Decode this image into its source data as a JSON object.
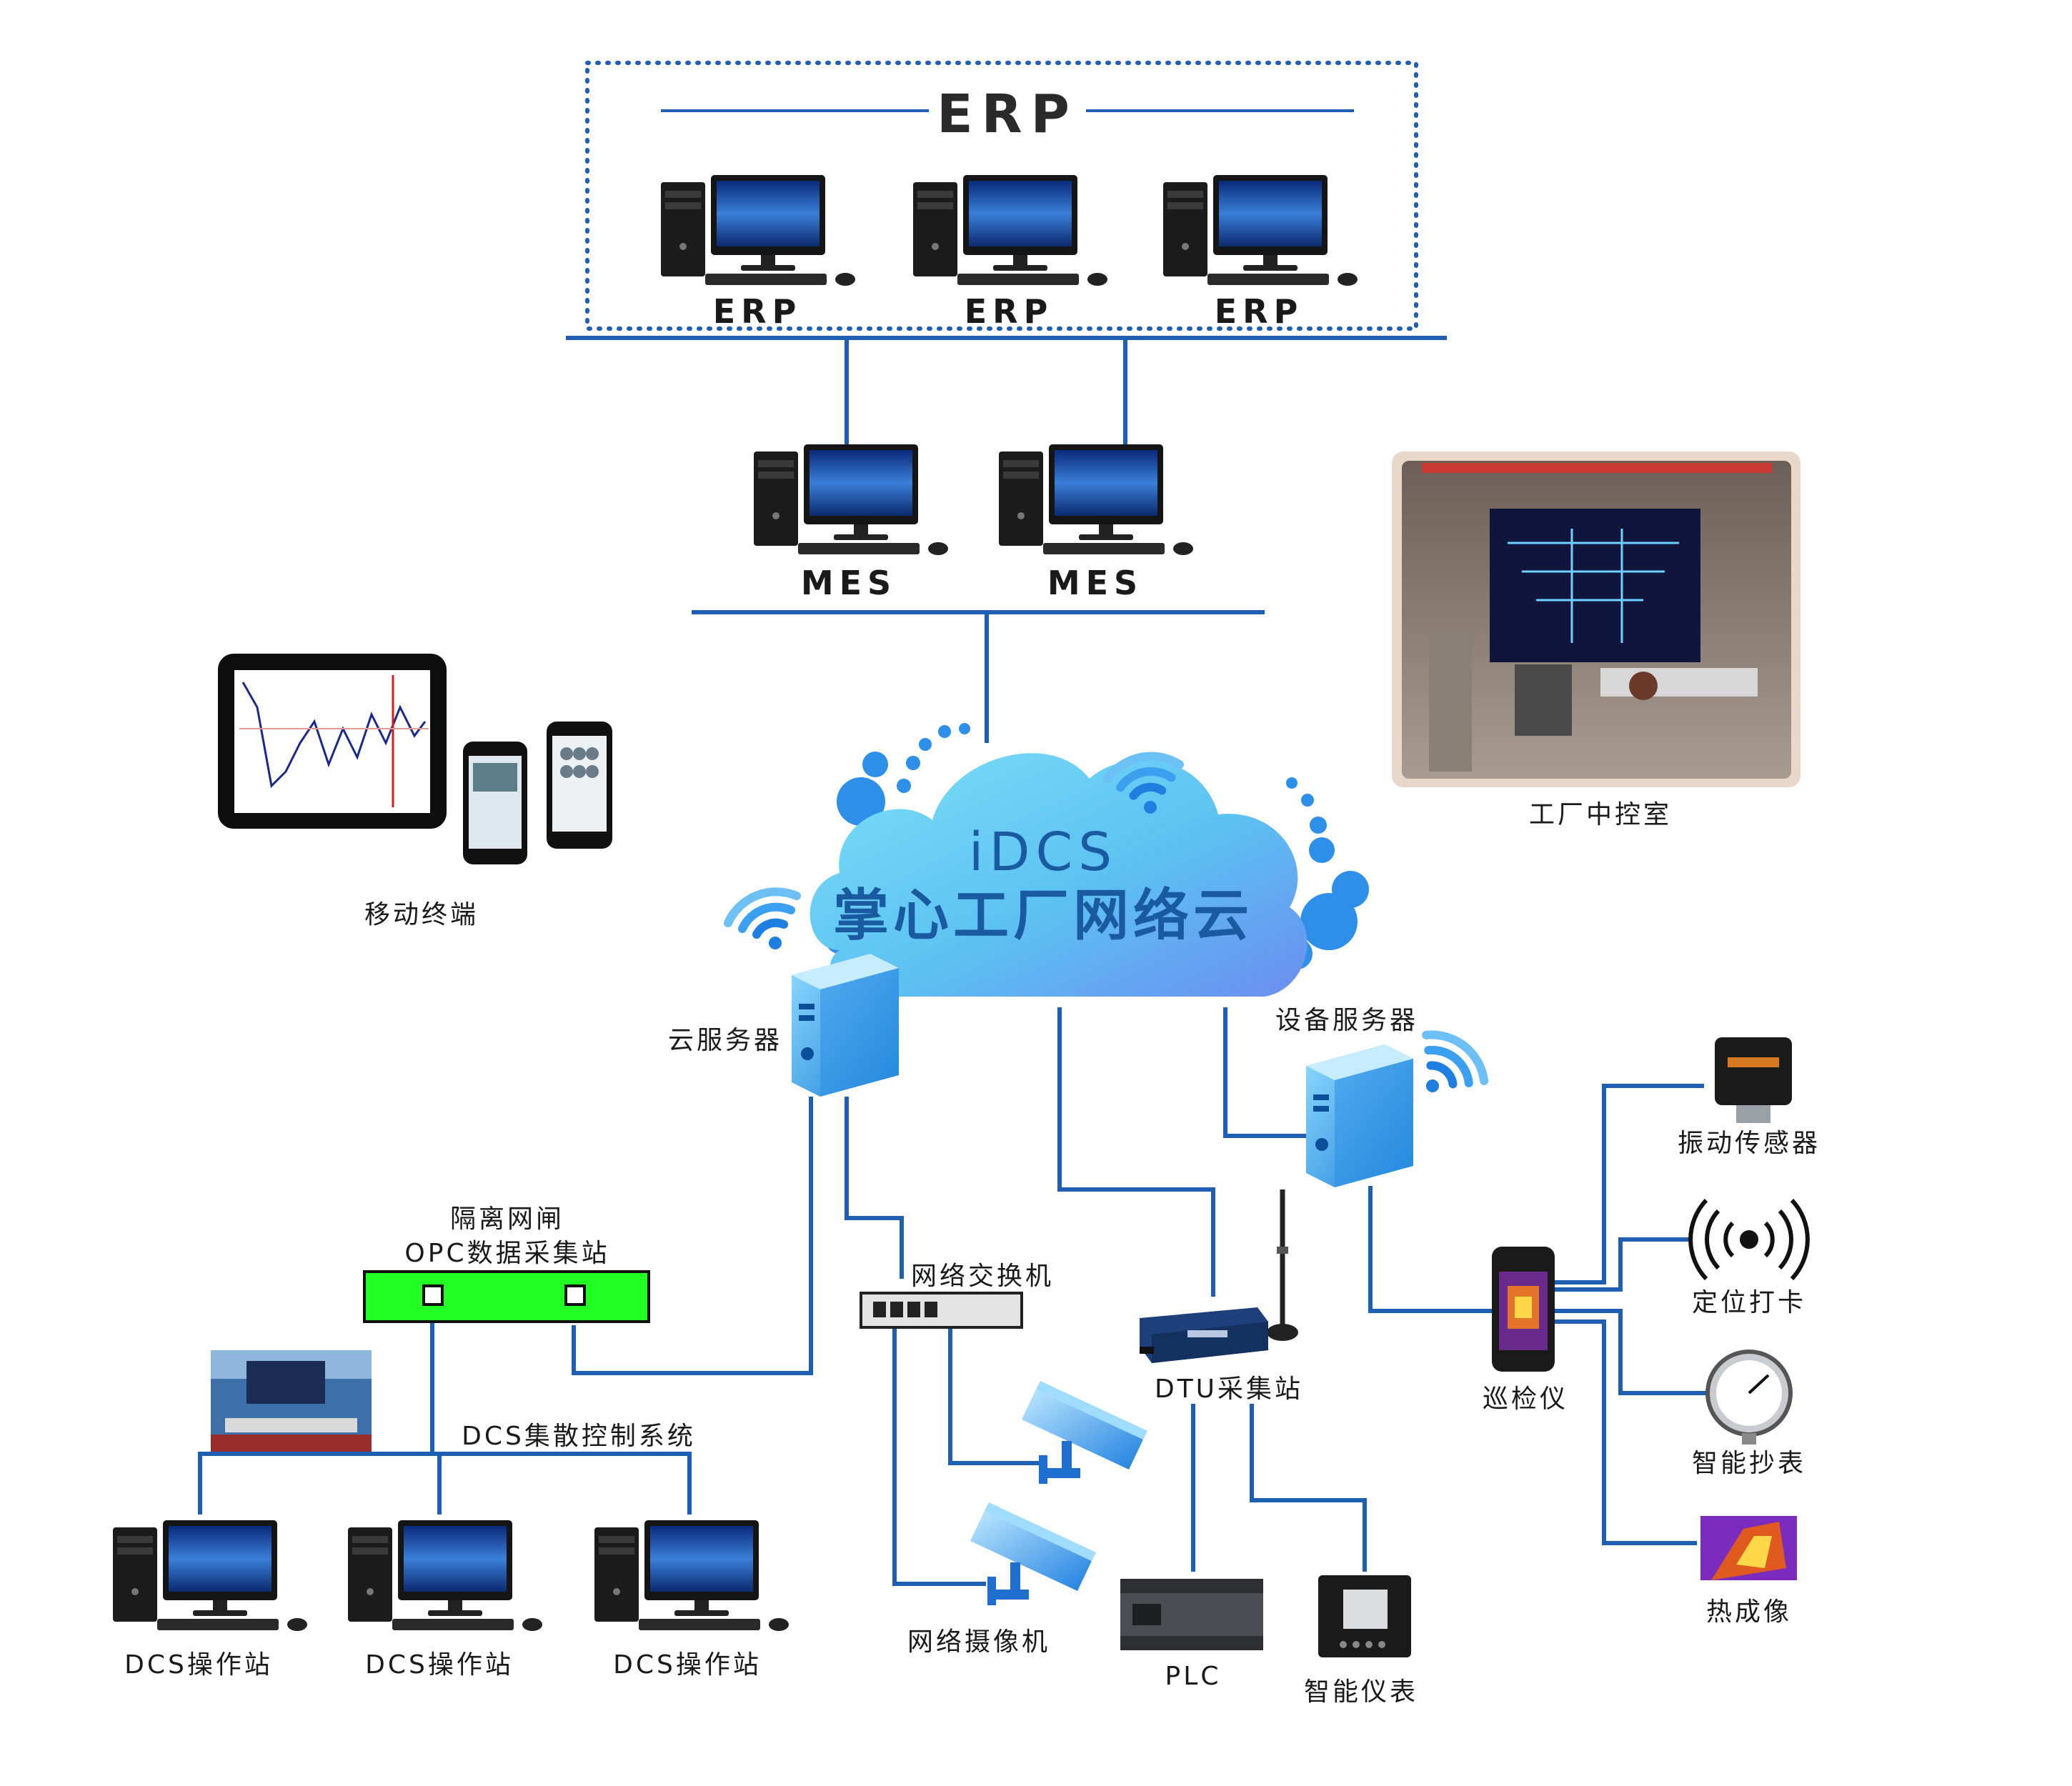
{
  "colors": {
    "link": "#1e5fb4",
    "cloud": "#4fb5f0",
    "gateway": "#22ff22",
    "cloud_text": "#1a5aa0"
  },
  "erp": {
    "header": "ERP",
    "stations": [
      "ERP",
      "ERP",
      "ERP"
    ]
  },
  "mes": {
    "stations": [
      "MES",
      "MES"
    ]
  },
  "cloud": {
    "title": "iDCS",
    "subtitle": "掌心工厂网络云"
  },
  "mobile": {
    "label": "移动终端"
  },
  "control_room": {
    "label": "工厂中控室"
  },
  "cloud_server": {
    "label": "云服务器"
  },
  "device_server": {
    "label": "设备服务器"
  },
  "gateway": {
    "line1": "隔离网闸",
    "line2": "OPC数据采集站"
  },
  "dcs": {
    "label": "DCS集散控制系统",
    "stations": [
      "DCS操作站",
      "DCS操作站",
      "DCS操作站"
    ]
  },
  "switch": {
    "label": "网络交换机"
  },
  "camera": {
    "label": "网络摄像机"
  },
  "dtu": {
    "label": "DTU采集站"
  },
  "plc": {
    "label": "PLC"
  },
  "meter": {
    "label": "智能仪表"
  },
  "inspector": {
    "label": "巡检仪"
  },
  "peripherals": [
    "振动传感器",
    "定位打卡",
    "智能抄表",
    "热成像"
  ]
}
